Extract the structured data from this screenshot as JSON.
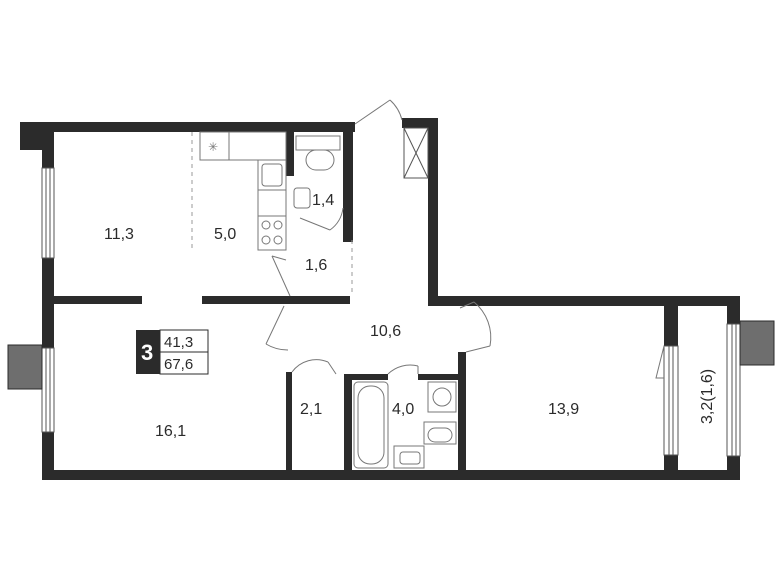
{
  "plan": {
    "rooms": {
      "room_1": "11,3",
      "kitchen": "5,0",
      "toilet": "1,4",
      "hall_small": "1,6",
      "corridor": "10,6",
      "living": "16,1",
      "closet": "2,1",
      "bathroom": "4,0",
      "room_2": "13,9",
      "balcony": "3,2(1,6)"
    },
    "badge": {
      "rooms_count": "3",
      "living_area": "41,3",
      "total_area": "67,6"
    },
    "colors": {
      "wall": "#2b2b2b",
      "window": "#6e6e6e",
      "fixture": "#777777",
      "background": "#ffffff"
    }
  }
}
